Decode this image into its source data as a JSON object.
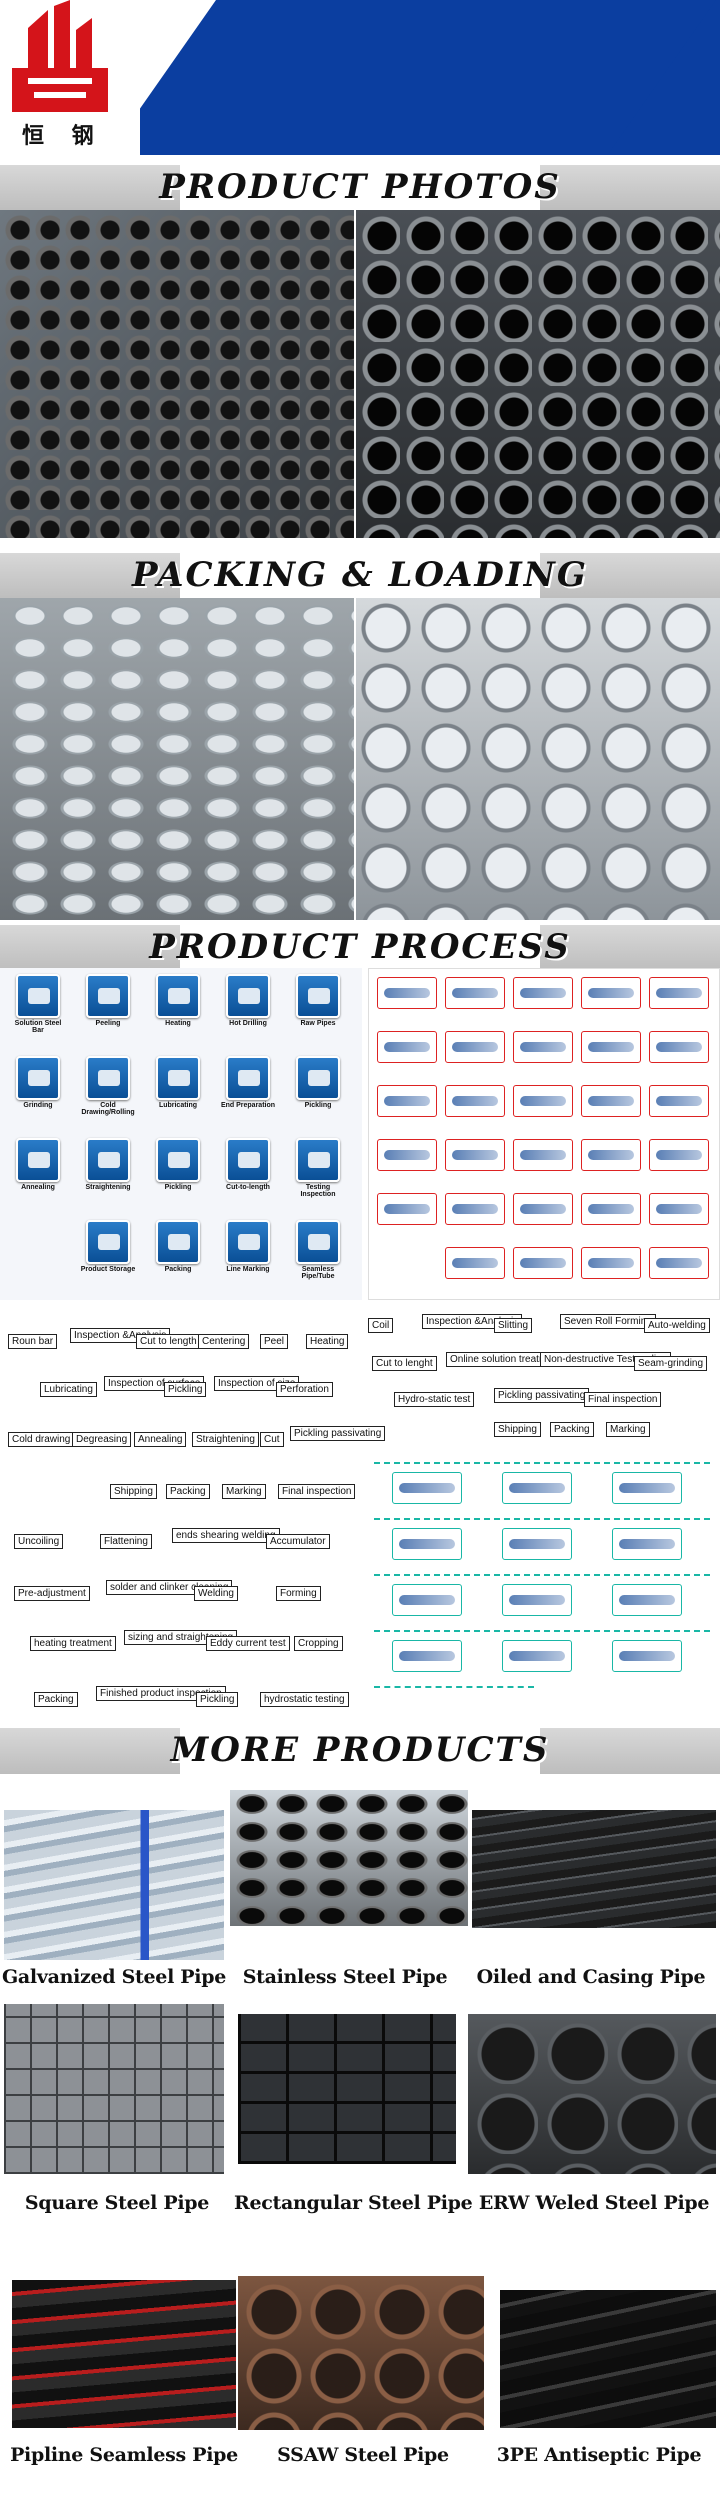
{
  "brand": {
    "logo_text": "恒 钢",
    "colors": {
      "header_blue": "#0b3ea0",
      "logo_red": "#d4141a"
    }
  },
  "sections": {
    "product_photos": "PRODUCT PHOTOS",
    "packing_loading": "PACKING & LOADING",
    "product_process": "PRODUCT PROCESS",
    "more_products": "MORE PRODUCTS"
  },
  "process_tiles": [
    "Solution Steel Bar",
    "Peeling",
    "Heating",
    "Hot Drilling",
    "Raw Pipes",
    "Grinding",
    "Cold Drawing/Rolling",
    "Lubricating",
    "End Preparation",
    "Pickling",
    "Annealing",
    "Straightening",
    "Pickling",
    "Cut-to-length",
    "Testing Inspection",
    "Product Storage",
    "Packing",
    "Line Marking",
    "Seamless Pipe/Tube",
    ""
  ],
  "flow_a": {
    "row1": [
      "Roun bar",
      "Inspection &Analysis",
      "Cut to length",
      "Centering",
      "Peel",
      "Heating"
    ],
    "row2": [
      "Lubricating",
      "Inspection of surface",
      "Pickling",
      "Inspection of size",
      "Perforation"
    ],
    "row3": [
      "Cold drawing",
      "Degreasing",
      "Annealing",
      "Straightening",
      "Cut",
      "Pickling passivating"
    ],
    "row4": [
      "Shipping",
      "Packing",
      "Marking",
      "Final inspection"
    ]
  },
  "flow_b": {
    "row1": [
      "Coil",
      "Inspection &Analysis",
      "Slitting",
      "Seven Roll Forming",
      "Auto-welding"
    ],
    "row2": [
      "Cut to lenght",
      "Online solution treatment",
      "Non-destructive Test on line",
      "Seam-grinding"
    ],
    "row3": [
      "Hydro-static test",
      "Pickling passivating",
      "Final inspection"
    ],
    "row4": [
      "Shipping",
      "Packing",
      "Marking"
    ]
  },
  "flow_c": {
    "row1": [
      "Uncoiling",
      "Flattening",
      "ends shearing welding",
      "Accumulator"
    ],
    "row2": [
      "Pre-adjustment",
      "solder and clinker cleaning",
      "Welding",
      "Forming"
    ],
    "row3": [
      "heating treatment",
      "sizing and straightening",
      "Eddy current test",
      "Cropping"
    ],
    "row4": [
      "Packing",
      "Finished product inspection",
      "Pickling",
      "hydrostatic testing"
    ]
  },
  "products": [
    {
      "label": "Galvanized Steel Pipe"
    },
    {
      "label": "Stainless Steel Pipe"
    },
    {
      "label": "Oiled and Casing Pipe"
    },
    {
      "label": "Square Steel Pipe"
    },
    {
      "label": "Rectangular Steel Pipe"
    },
    {
      "label": "ERW Weled Steel Pipe"
    },
    {
      "label": "Pipline Seamless Pipe"
    },
    {
      "label": "SSAW Steel Pipe"
    },
    {
      "label": "3PE Antiseptic Pipe"
    }
  ]
}
